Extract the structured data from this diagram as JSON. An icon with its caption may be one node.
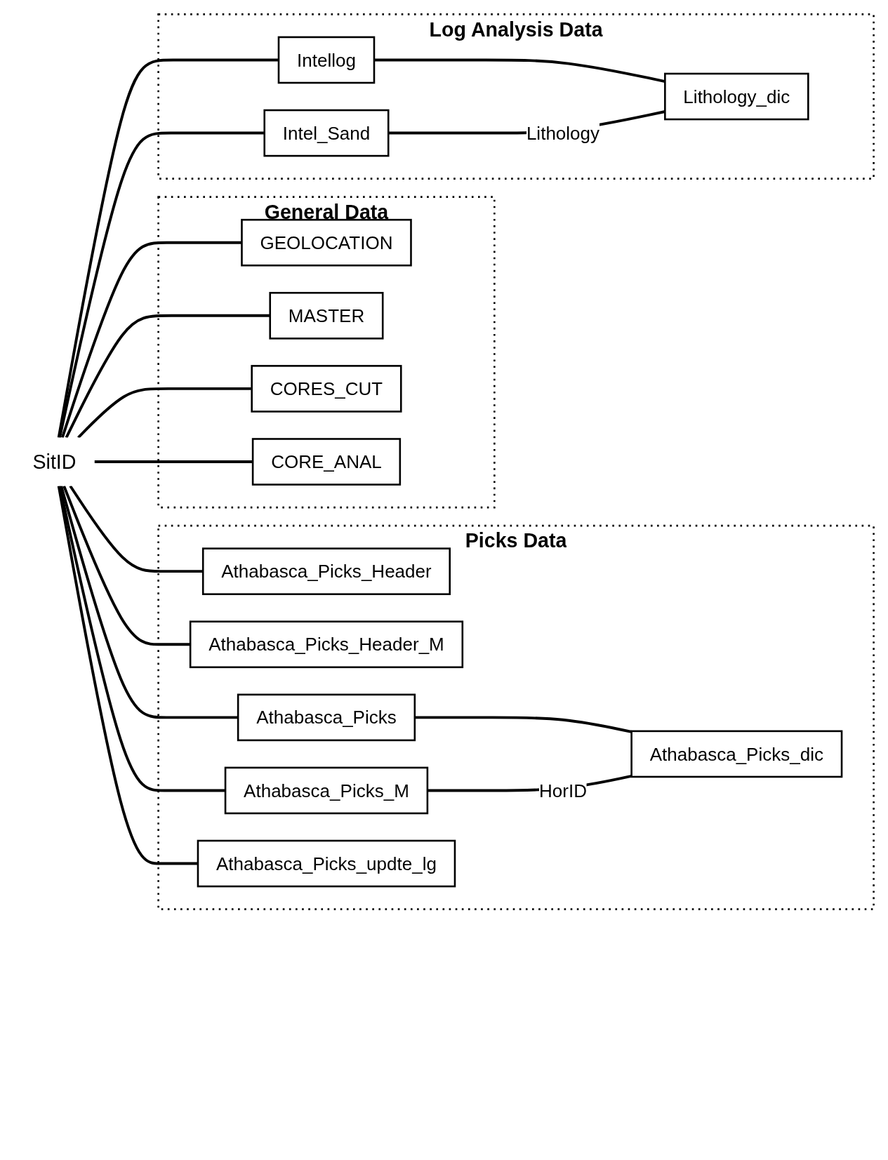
{
  "diagram": {
    "nodes": [
      {
        "text": [
          "General Data"
        ]
      },
      {
        "text": [
          "GEOLOCATION"
        ],
        "in": 0
      },
      {
        "text": [
          "MASTER"
        ],
        "in": 0
      },
      {
        "text": [
          "CORES_CUT"
        ],
        "in": 0
      },
      {
        "text": [
          "CORE_ANAL"
        ],
        "in": 0
      },
      {
        "text": [
          "Picks Data"
        ]
      },
      {
        "text": [
          "Athabasca_Picks_Header"
        ],
        "in": 5
      },
      {
        "text": [
          "Athabasca_Picks_Header_M"
        ],
        "in": 5
      },
      {
        "text": [
          "Athabasca_Picks"
        ],
        "in": 5
      },
      {
        "text": [
          "Athabasca_Picks_dic"
        ],
        "in": 5
      },
      {
        "text": [
          "Athabasca_Picks_M"
        ],
        "in": 5
      },
      {
        "text": [
          "Athabasca_Picks_updte_lg"
        ],
        "in": 5
      },
      {
        "text": [
          "Log Analysis Data"
        ]
      },
      {
        "text": [
          "Intellog"
        ],
        "in": 12
      },
      {
        "text": [
          "Lithology_dic"
        ],
        "in": 12
      },
      {
        "text": [
          "Intel_Sand"
        ],
        "in": 12
      },
      {
        "text": [
          "SitID"
        ]
      }
    ],
    "edges": [
      {
        "from": 16,
        "to": 1,
        "arrow": "none"
      },
      {
        "from": 16,
        "to": 2,
        "arrow": "none"
      },
      {
        "from": 16,
        "to": 3,
        "arrow": "none"
      },
      {
        "from": 16,
        "to": 4,
        "arrow": "none"
      },
      {
        "from": 16,
        "to": 6,
        "arrow": "none"
      },
      {
        "from": 16,
        "to": 7,
        "arrow": "none"
      },
      {
        "from": 16,
        "to": 8,
        "arrow": "none"
      },
      {
        "from": 16,
        "to": 10,
        "arrow": "none"
      },
      {
        "from": 16,
        "to": 11,
        "arrow": "none"
      },
      {
        "from": 16,
        "to": 13,
        "arrow": "none"
      },
      {
        "from": 16,
        "to": 15,
        "arrow": "none"
      },
      {
        "from": 8,
        "to": 9,
        "arrow": "none"
      },
      {
        "from": 10,
        "to": 9,
        "arrow": "none",
        "label": "HorID"
      },
      {
        "from": 13,
        "to": 14,
        "arrow": "none"
      },
      {
        "from": 15,
        "to": 14,
        "arrow": "none",
        "label": "Lithology"
      }
    ]
  }
}
